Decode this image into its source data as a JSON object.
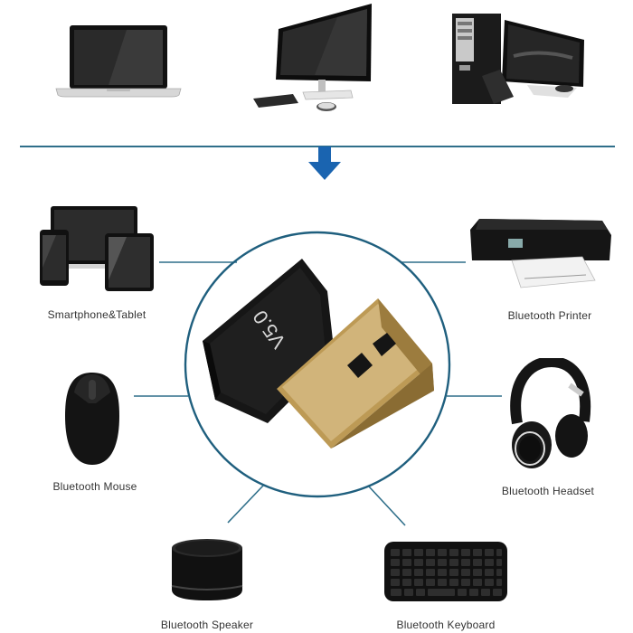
{
  "diagram": {
    "type": "product-connectivity-diagram",
    "colors": {
      "line": "#2f6f8a",
      "arrow": "#1a64b0",
      "circle": "#1f5f7e",
      "label_text": "#333333",
      "gold": "#c9a965",
      "device_black": "#1a1a1a"
    },
    "hosts": [
      {
        "name": "laptop",
        "icon": "laptop-icon"
      },
      {
        "name": "all-in-one desktop",
        "icon": "desktop-icon"
      },
      {
        "name": "tower PC with monitor",
        "icon": "tower-pc-icon"
      }
    ],
    "center": {
      "device": "Bluetooth USB adapter",
      "version_text": "V5.0",
      "icon": "usb-dongle-icon"
    },
    "peripherals": [
      {
        "label": "Smartphone&Tablet",
        "icon": "phone-tablet-icon"
      },
      {
        "label": "Bluetooth Printer",
        "icon": "printer-icon"
      },
      {
        "label": "Bluetooth Mouse",
        "icon": "mouse-icon"
      },
      {
        "label": "Bluetooth Headset",
        "icon": "headset-icon"
      },
      {
        "label": "Bluetooth Speaker",
        "icon": "speaker-icon"
      },
      {
        "label": "Bluetooth Keyboard",
        "icon": "keyboard-icon"
      }
    ]
  }
}
